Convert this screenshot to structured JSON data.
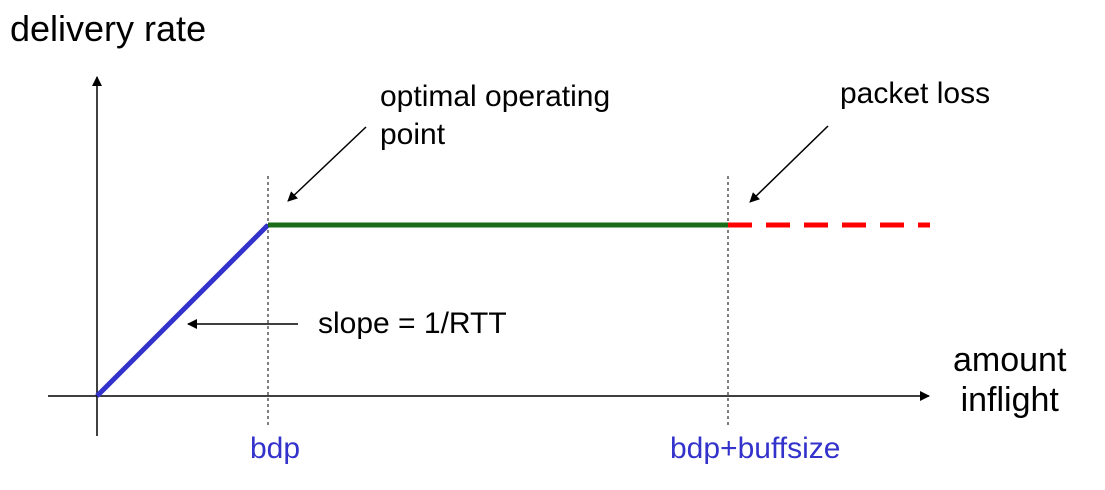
{
  "axes": {
    "y_label": "delivery rate",
    "x_label_line1": "amount",
    "x_label_line2": "inflight"
  },
  "annotations": {
    "optimal_line1": "optimal operating",
    "optimal_line2": "point",
    "packet_loss": "packet loss",
    "slope": "slope = 1/RTT"
  },
  "ticks": {
    "bdp": "bdp",
    "bdp_buffsize": "bdp+buffsize"
  },
  "colors": {
    "axis": "#000000",
    "ramp": "#3333cc",
    "plateau": "#1a6b1a",
    "loss": "#ff0000",
    "tick_text": "#3333cc"
  }
}
